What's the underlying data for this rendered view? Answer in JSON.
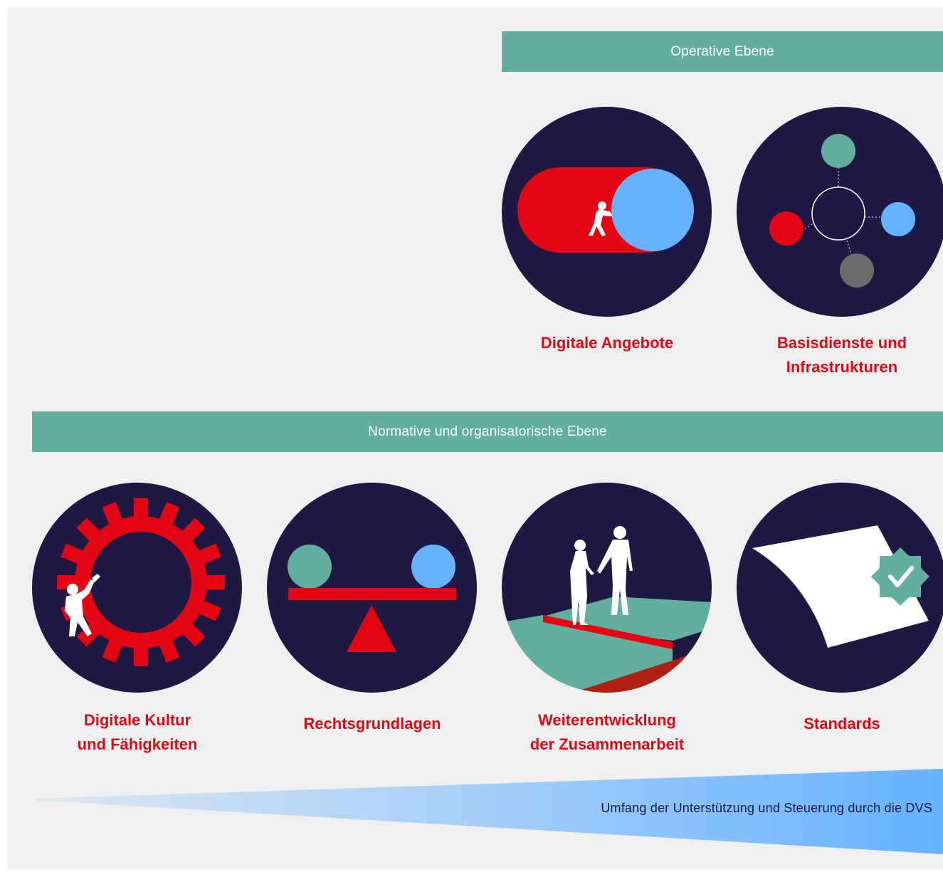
{
  "layers": {
    "operative": {
      "label": "Operative Ebene"
    },
    "normative": {
      "label": "Normative und organisatorische Ebene"
    }
  },
  "items": {
    "digitale_angebote": {
      "label": "Digitale Angebote"
    },
    "basisdienste": {
      "label": "Basisdienste und\nInfrastrukturen"
    },
    "digitale_kultur": {
      "label": "Digitale Kultur\nund Fähigkeiten"
    },
    "rechtsgrundlagen": {
      "label": "Rechtsgrundlagen"
    },
    "weiterentwicklung": {
      "label": "Weiterentwicklung\nder Zusammenarbeit"
    },
    "standards": {
      "label": "Standards"
    }
  },
  "scope": {
    "label": "Umfang der Unterstützung und Steuerung durch die DVS"
  },
  "colors": {
    "background": "#f0f0f0",
    "circle": "#1e1842",
    "teal": "#63af9f",
    "red": "#e30613",
    "blue": "#66b2ff",
    "gray": "#6b6b6b",
    "white": "#ffffff"
  }
}
